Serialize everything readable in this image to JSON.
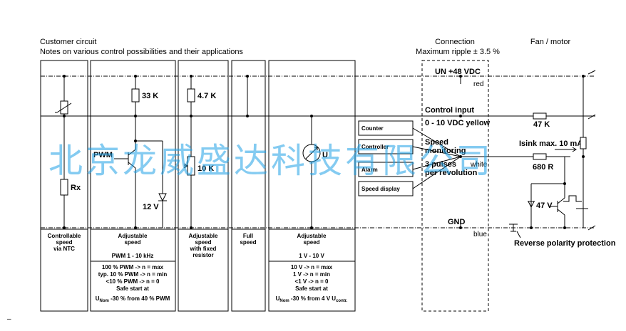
{
  "headers": {
    "customer_title": "Customer circuit",
    "customer_sub": "Notes on various control possibilities and their applications",
    "connection_title": "Connection",
    "connection_sub": "Maximum ripple ± 3.5 %",
    "fan_title": "Fan / motor"
  },
  "connection": {
    "un_label": "UN +48 VDC",
    "red": "red",
    "control_input": "Control input",
    "control_range": "0 - 10 VDC yellow",
    "speed_mon_1": "Speed",
    "speed_mon_2": "monitoring",
    "speed_mon_3": "3 pulses",
    "speed_mon_white": "white",
    "speed_mon_4": "per revolution",
    "gnd": "GND",
    "blue": "blue"
  },
  "fan": {
    "r47k": "47 K",
    "isink": "Isink max. 10 mA",
    "r680": "680 R",
    "z47": "47 V",
    "reverse": "Reverse polarity protection"
  },
  "options": [
    "Counter",
    "Controller",
    "Alarm",
    "Speed display"
  ],
  "circuits": {
    "ntc": {
      "rx": "Rx",
      "cap1": "Controllable",
      "cap2": "speed",
      "cap3": "via NTC"
    },
    "pwm": {
      "r": "33 K",
      "pwm": "PWM",
      "z": "12 V",
      "cap1": "Adjustable",
      "cap2": "speed",
      "range": "PWM 1 - 10 kHz",
      "note1": "100 % PWM -> n = max",
      "note2": "typ. 10 % PWM -> n = min",
      "note3": "<10 % PWM -> n = 0",
      "note4": "Safe start at",
      "note5_a": "U",
      "note5_sub": "Nom",
      "note5_b": " -30 % from 40 % PWM"
    },
    "fixed": {
      "r1": "4.7 K",
      "r2": "10 K",
      "cap1": "Adjustable",
      "cap2": "speed",
      "cap3": "with fixed",
      "cap4": "resistor"
    },
    "full": {
      "cap1": "Full",
      "cap2": "speed"
    },
    "volt": {
      "u": "U",
      "cap1": "Adjustable",
      "cap2": "speed",
      "range": "1 V - 10 V",
      "note1": "10 V -> n = max",
      "note2": "1 V -> n = min",
      "note3": "<1 V -> n = 0",
      "note4": "Safe start at",
      "note5_a": "U",
      "note5_sub": "Nom",
      "note5_b": " -30 % from 4 V U",
      "note5_sub2": "contr."
    }
  },
  "watermark": "北京龙威盛达科技有限公司",
  "footer_mark": "–"
}
